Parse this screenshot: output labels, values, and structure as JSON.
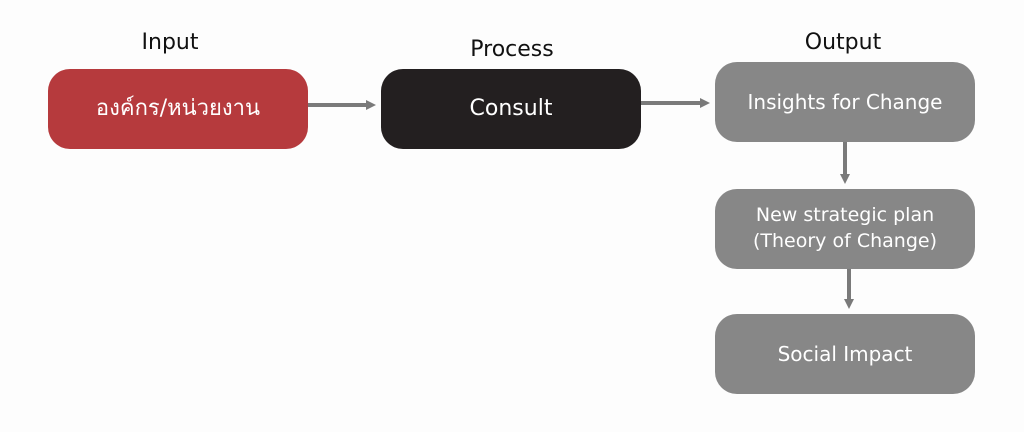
{
  "headings": {
    "input": "Input",
    "process": "Process",
    "output": "Output"
  },
  "nodes": {
    "input": {
      "label": "องค์กร/หน่วยงาน",
      "color": "#b63a3d"
    },
    "process": {
      "label": "Consult",
      "color": "#231f20"
    },
    "insights": {
      "label": "Insights for Change",
      "color": "#878787"
    },
    "strategic": {
      "line1": "New strategic plan",
      "line2": "(Theory of Change)",
      "color": "#878787"
    },
    "impact": {
      "label": "Social Impact",
      "color": "#878787"
    }
  },
  "colors": {
    "arrow": "#7a7a7a",
    "background": "#fdfdfd"
  }
}
